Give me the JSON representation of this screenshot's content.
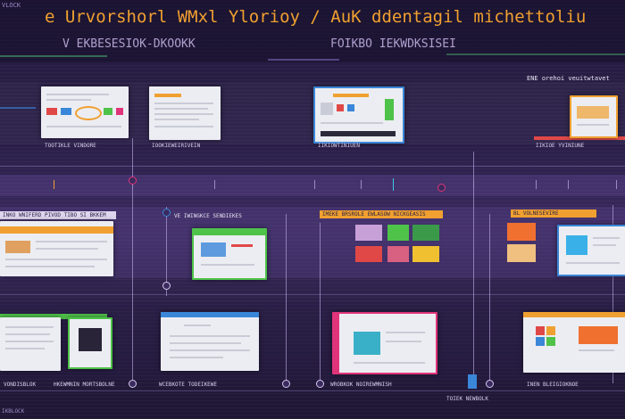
{
  "header": {
    "title": "e Urvorshorl  WMxl Ylorioy  / AuK ddentagil michettoliu",
    "subtitle": "V EKBESESIOK-DKOOKK",
    "subtitle_right": "FOIKBO IEKWDKSISEI",
    "corner_tag": "VLOCK",
    "right_note": "ENE orehoi veuitwtavet"
  },
  "captions": {
    "c1": "TOOTIKLE VINDORE",
    "c2": "IOOKIEWEIRIVEIN",
    "c3": "IIKIOWTINIUEN",
    "c4": "IIKIOE YVINIUNE"
  },
  "row_labels": {
    "r1": "INKO WNIFERD PIVOD TIBO SI BKKEM",
    "r2": "VE IWINGKCE SENDIEKES",
    "r3": "IMEKE BRSROLE EWLASOW NICKGEASIS",
    "r4": "BL VOLNESEVIRE"
  },
  "bottom_captions": {
    "b1": "VONDISBLOK",
    "b2": "HKEWMNIN MORTSBOLNE",
    "b3": "WCEBKOTE TODEIKEWE",
    "b4": "WROBKOK NOIREWMNISH",
    "b5": "TOIEK NEWBOLK",
    "b6": "INEN BLEIGIOKNOE",
    "corner": "IKBLOCK"
  },
  "colors": {
    "accent_orange": "#f0a030",
    "accent_blue": "#3a86d8",
    "accent_green": "#4fc24a",
    "accent_magenta": "#e0347a",
    "accent_purple": "#9a6fd8",
    "accent_red": "#e04848"
  }
}
